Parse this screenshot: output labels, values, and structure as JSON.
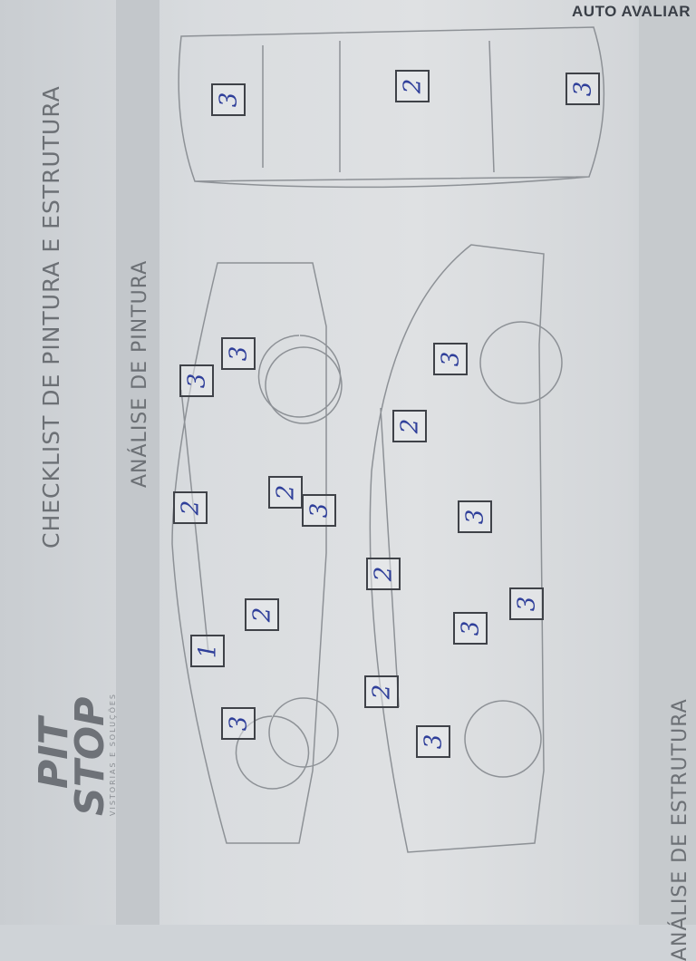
{
  "watermark": {
    "prefix": "A",
    "o": "U",
    "rest": "TO AVALIAR",
    "full": "AUTO AVALIAR",
    "accent": "#f07d1a"
  },
  "header": {
    "title": "CHECKLIST DE PINTURA E ESTRUTURA"
  },
  "brand": {
    "line1": "PIT",
    "line2": "STOP",
    "tagline": "VISTORIAS E SOLUÇÕES"
  },
  "sections": {
    "paint": "ANÁLISE DE PINTURA",
    "structure": "ANÁLISE DE ESTRUTURA"
  },
  "marks": {
    "top_view": [
      "3",
      "2",
      "3"
    ],
    "side_1": [
      "2",
      "2",
      "3",
      "2",
      "1",
      "3",
      "3",
      "3"
    ],
    "side_2": [
      "2",
      "2",
      "3",
      "3",
      "3",
      "3",
      "2",
      "3"
    ]
  },
  "colors": {
    "ink": "#2f3f9a",
    "paper": "#dfe1e3"
  }
}
